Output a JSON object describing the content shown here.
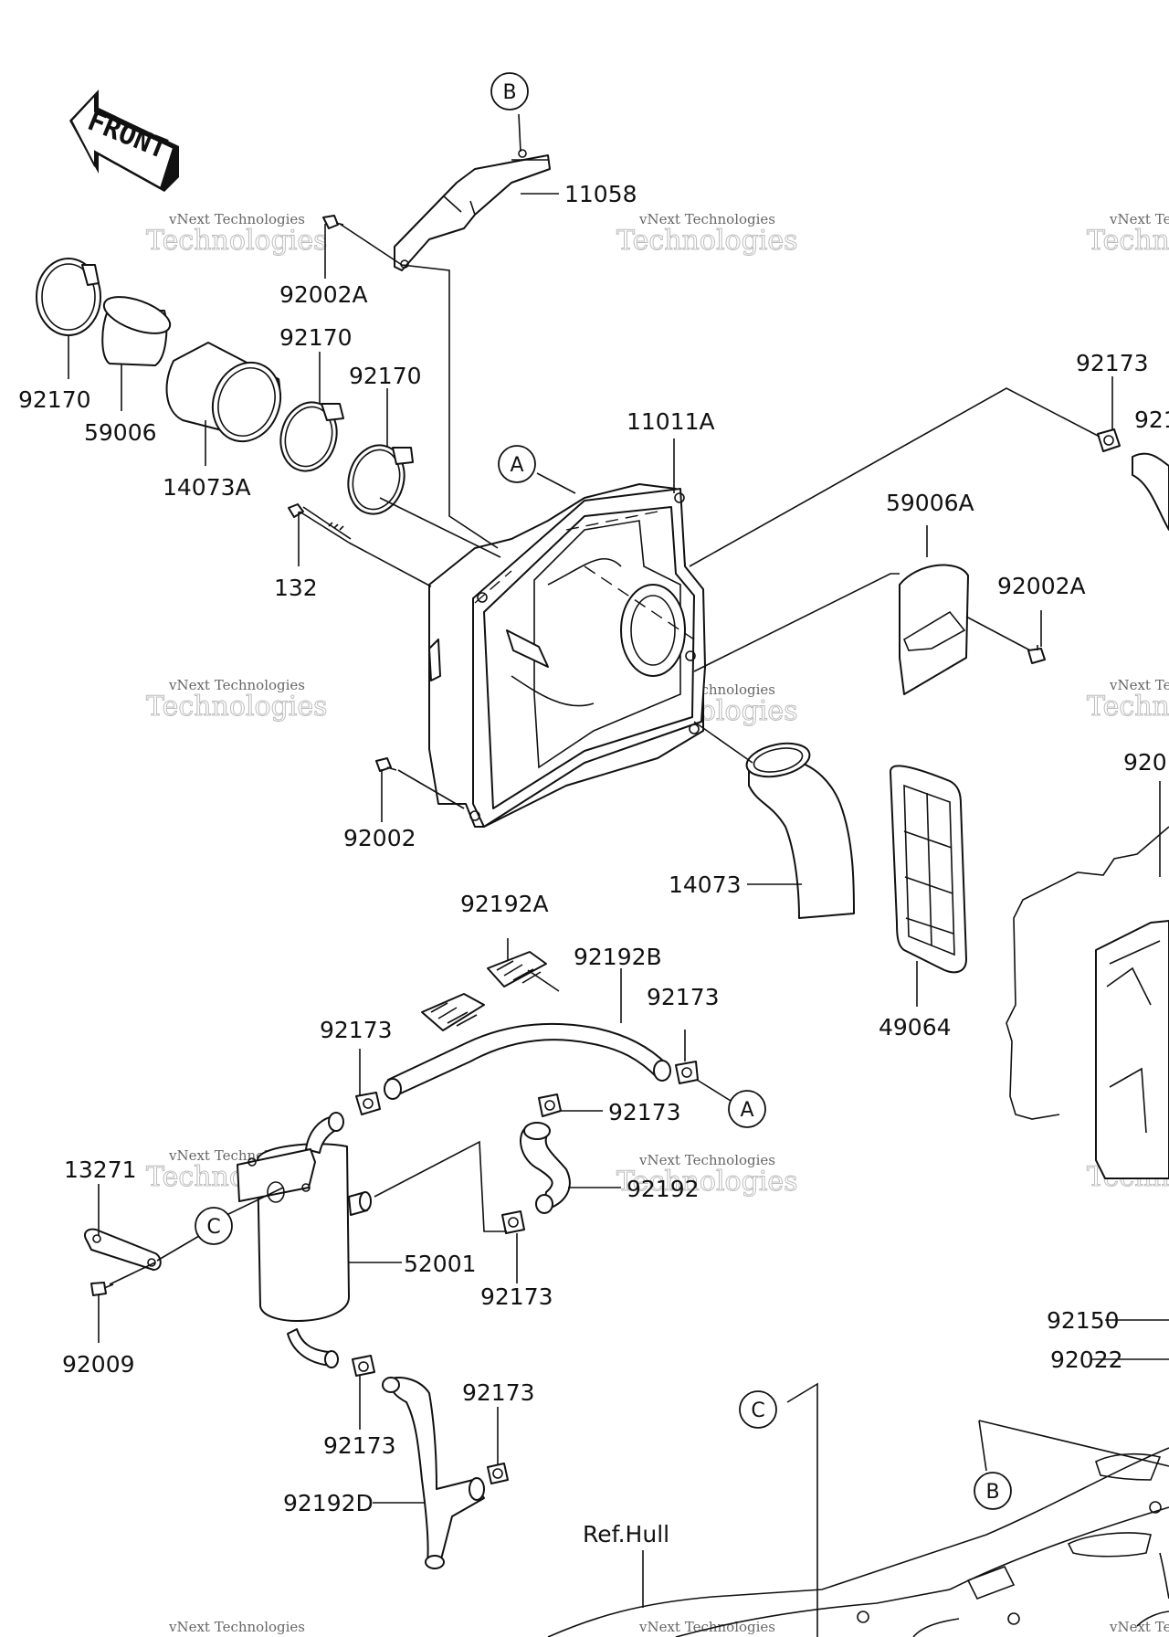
{
  "front_label": "FRONT",
  "watermark": {
    "line1": "vNext Technologies",
    "line2": "Technologies"
  },
  "callouts": {
    "A": "A",
    "B": "B",
    "C": "C"
  },
  "parts": {
    "p11058": "11058",
    "p92002A_top": "92002A",
    "p92170_left": "92170",
    "p59006": "59006",
    "p14073A": "14073A",
    "p92170_mid": "92170",
    "p92170_right": "92170",
    "p11011A": "11011A",
    "p132": "132",
    "p92002": "92002",
    "p59006A": "59006A",
    "p92002A_right": "92002A",
    "p92173_topright": "92173",
    "p92_partial": "921",
    "p920_partial": "920",
    "p14073": "14073",
    "p49064": "49064",
    "p92192A": "92192A",
    "p92192B": "92192B",
    "p92173_a": "92173",
    "p92173_b": "92173",
    "p92173_c": "92173",
    "p92192": "92192",
    "p13271": "13271",
    "p52001": "52001",
    "p92173_d": "92173",
    "p92009": "92009",
    "p92173_e": "92173",
    "p92173_f": "92173",
    "p92192D": "92192D",
    "p92150": "92150",
    "p92022": "92022",
    "ref_hull": "Ref.Hull"
  }
}
